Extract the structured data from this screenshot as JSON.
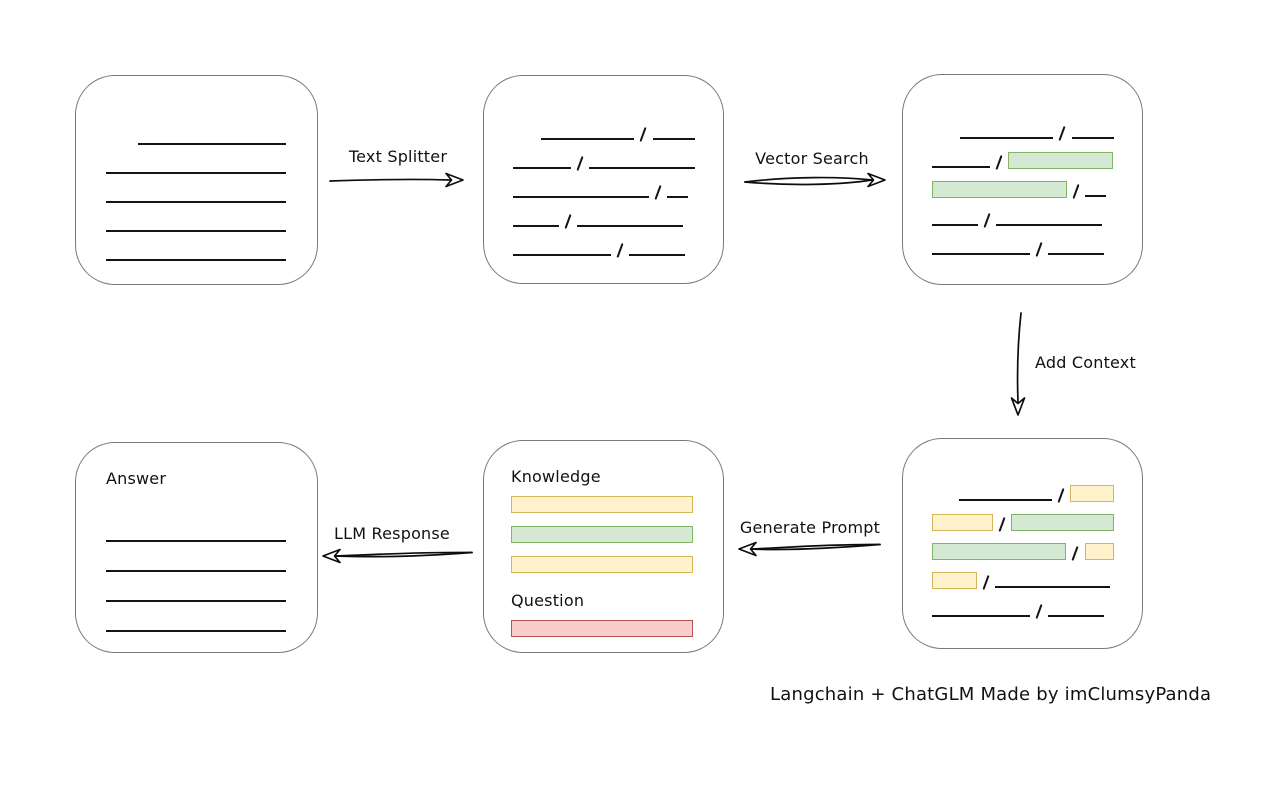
{
  "diagram": {
    "caption": "Langchain + ChatGLM Made by imClumsyPanda",
    "arrows": {
      "text_splitter": "Text Splitter",
      "vector_search": "Vector Search",
      "add_context": "Add Context",
      "generate_prompt": "Generate Prompt",
      "llm_response": "LLM Response"
    },
    "colors": {
      "green_fill": "#d5e8d4",
      "green_border": "#82b366",
      "yellow_fill": "#fff2cc",
      "yellow_border": "#d6b656",
      "red_fill": "#f8cecc",
      "red_border": "#b85450",
      "box_border": "#7a7a7a",
      "line": "#141414"
    },
    "boxes": {
      "document": {
        "lines": [
          {
            "indent": 32,
            "w": 148
          },
          {
            "indent": 0,
            "w": 180
          },
          {
            "indent": 0,
            "w": 180
          },
          {
            "indent": 0,
            "w": 180
          },
          {
            "indent": 0,
            "w": 180
          }
        ]
      },
      "split_text": {
        "rows": [
          [
            {
              "t": "gap",
              "w": 28
            },
            {
              "t": "line",
              "w": 95
            },
            {
              "t": "slash"
            },
            {
              "t": "line",
              "w": 43
            }
          ],
          [
            {
              "t": "line",
              "w": 58
            },
            {
              "t": "slash"
            },
            {
              "t": "line",
              "w": 106
            }
          ],
          [
            {
              "t": "line",
              "w": 136
            },
            {
              "t": "slash"
            },
            {
              "t": "line",
              "w": 21
            }
          ],
          [
            {
              "t": "line",
              "w": 46
            },
            {
              "t": "slash"
            },
            {
              "t": "line",
              "w": 106
            }
          ],
          [
            {
              "t": "line",
              "w": 98
            },
            {
              "t": "slash"
            },
            {
              "t": "line",
              "w": 56
            }
          ]
        ]
      },
      "vector_search_result": {
        "rows": [
          [
            {
              "t": "gap",
              "w": 28
            },
            {
              "t": "line",
              "w": 95
            },
            {
              "t": "slash"
            },
            {
              "t": "line",
              "w": 43
            }
          ],
          [
            {
              "t": "line",
              "w": 58
            },
            {
              "t": "slash"
            },
            {
              "t": "chunk",
              "c": "green",
              "w": 103
            }
          ],
          [
            {
              "t": "chunk",
              "c": "green",
              "w": 133
            },
            {
              "t": "slash"
            },
            {
              "t": "line",
              "w": 21
            }
          ],
          [
            {
              "t": "line",
              "w": 46
            },
            {
              "t": "slash"
            },
            {
              "t": "line",
              "w": 106
            }
          ],
          [
            {
              "t": "line",
              "w": 98
            },
            {
              "t": "slash"
            },
            {
              "t": "line",
              "w": 56
            }
          ]
        ]
      },
      "context_result": {
        "rows": [
          [
            {
              "t": "gap",
              "w": 28
            },
            {
              "t": "line",
              "w": 95
            },
            {
              "t": "slash"
            },
            {
              "t": "chunk",
              "c": "yellow",
              "w": 43
            }
          ],
          [
            {
              "t": "chunk",
              "c": "yellow",
              "w": 59
            },
            {
              "t": "slash"
            },
            {
              "t": "chunk",
              "c": "green",
              "w": 101
            }
          ],
          [
            {
              "t": "chunk",
              "c": "green",
              "w": 135
            },
            {
              "t": "slash"
            },
            {
              "t": "chunk",
              "c": "yellow",
              "w": 28
            }
          ],
          [
            {
              "t": "chunk",
              "c": "yellow",
              "w": 43
            },
            {
              "t": "slash"
            },
            {
              "t": "line",
              "w": 115
            }
          ],
          [
            {
              "t": "line",
              "w": 98
            },
            {
              "t": "slash"
            },
            {
              "t": "line",
              "w": 56
            }
          ]
        ]
      },
      "prompt": {
        "knowledge_label": "Knowledge",
        "knowledge_bars": [
          "yellow",
          "green",
          "yellow"
        ],
        "question_label": "Question",
        "question_bar": "red"
      },
      "answer": {
        "label": "Answer",
        "lines": [
          {
            "indent": 0,
            "w": 180
          },
          {
            "indent": 0,
            "w": 180
          },
          {
            "indent": 0,
            "w": 180
          },
          {
            "indent": 0,
            "w": 180
          }
        ]
      }
    }
  }
}
